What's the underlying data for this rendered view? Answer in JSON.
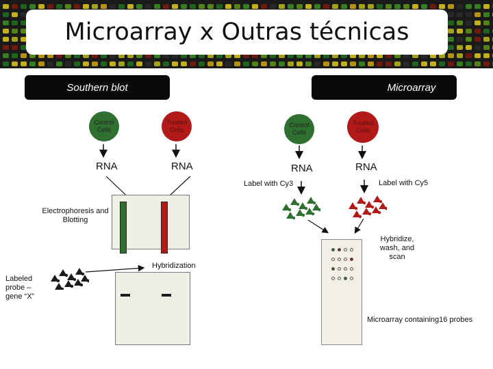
{
  "header": {
    "title": "Microarray x Outras técnicas"
  },
  "southern": {
    "heading": "Southern blot",
    "control_cells": "Control Cells",
    "treated_cells": "Treated Cells",
    "rna_left": "RNA",
    "rna_right": "RNA",
    "electrophoresis": "Electrophoresis and Blotting",
    "hybridization": "Hybridization",
    "probe": "Labeled probe – gene “X”"
  },
  "microarray": {
    "heading": "Microarray",
    "control_cells": "Control Cells",
    "treated_cells": "Treated Cells",
    "rna_left": "RNA",
    "rna_right": "RNA",
    "label_cy3": "Label with Cy3",
    "label_cy5": "Label with Cy5",
    "hybridize": "Hybridize, wash, and scan",
    "chip_caption": "Microarray containing16 probes"
  },
  "colors": {
    "green": "#2f6f2f",
    "red": "#b21a1a",
    "chip_green": "#2e6b2e",
    "chip_red": "#8b1a1a"
  },
  "probe_spots": [
    [
      "green",
      "red",
      "none",
      "none"
    ],
    [
      "none",
      "none",
      "none",
      "red"
    ],
    [
      "green",
      "none",
      "none",
      "none"
    ],
    [
      "none",
      "none",
      "green",
      "none"
    ]
  ]
}
